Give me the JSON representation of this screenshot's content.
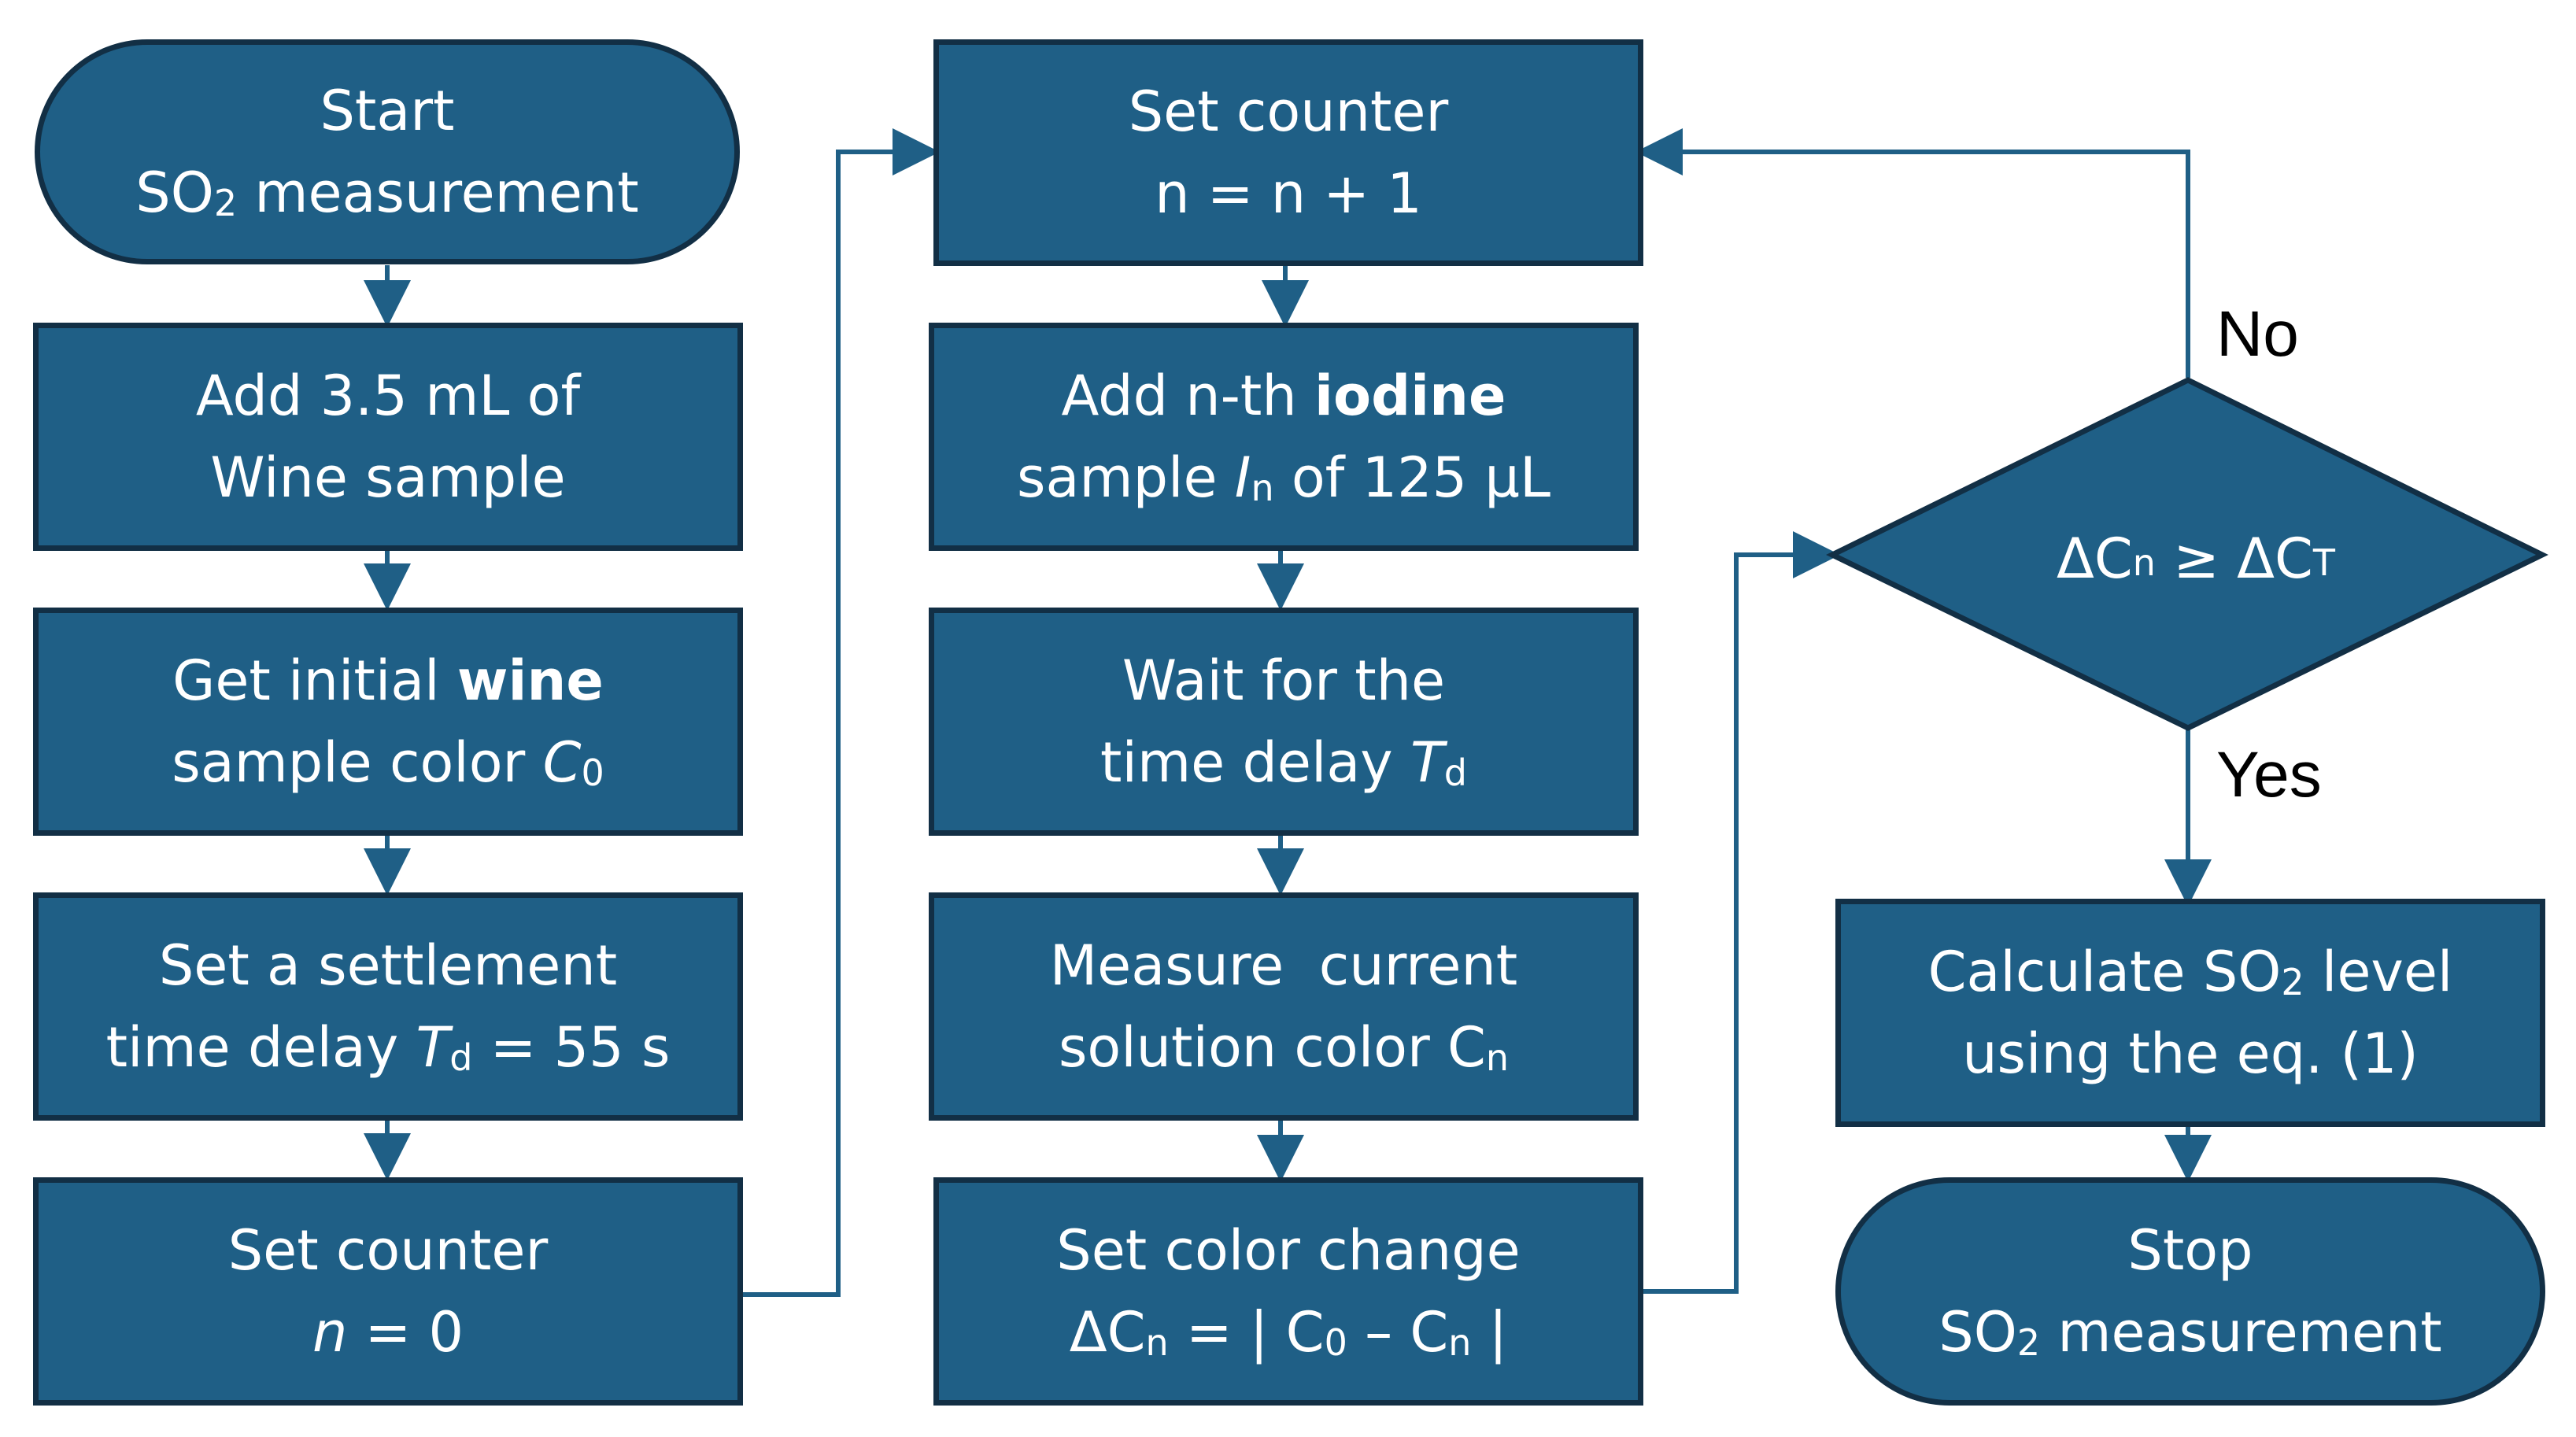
{
  "nodes": {
    "start": {
      "line1": "Start",
      "line2_pre": "SO",
      "line2_sub": "2",
      "line2_post": " measurement"
    },
    "add_wine": {
      "line1": "Add 3.5 mL of",
      "line2": "Wine sample"
    },
    "get_color": {
      "line1_pre": "Get initial ",
      "line1_bold": "wine",
      "line2_pre": "sample color ",
      "line2_var": "C",
      "line2_sub": "0"
    },
    "settle": {
      "line1": "Set a settlement",
      "line2_pre": "time delay ",
      "line2_var": "T",
      "line2_sub": "d",
      "line2_post": " = 55 s"
    },
    "counter0": {
      "line1": "Set counter",
      "line2_var": "n",
      "line2_post": " = 0"
    },
    "counter_inc": {
      "line1": "Set counter",
      "line2": "n = n + 1"
    },
    "add_iodine": {
      "line1_pre": "Add n-th ",
      "line1_bold": "iodine",
      "line2_pre": "sample ",
      "line2_var": "I",
      "line2_sub": "n",
      "line2_post": " of 125 µL"
    },
    "wait": {
      "line1": "Wait for the",
      "line2_pre": "time delay ",
      "line2_var": "T",
      "line2_sub": "d"
    },
    "measure": {
      "line1": "Measure  current",
      "line2_pre": "solution color C",
      "line2_sub": "n"
    },
    "color_change": {
      "line1": "Set color change",
      "l2_a": "ΔC",
      "l2_sub1": "n",
      "l2_b": " = | C",
      "l2_sub2": "0",
      "l2_c": " – C",
      "l2_sub3": "n",
      "l2_d": " |"
    },
    "decision": {
      "a": "ΔC",
      "sub1": "n",
      "b": " ≥ ΔC",
      "sub2": "T"
    },
    "calculate": {
      "line1_pre": "Calculate SO",
      "line1_sub": "2",
      "line1_post": " level",
      "line2": "using the eq. (1)"
    },
    "stop": {
      "line1": "Stop",
      "line2_pre": "SO",
      "line2_sub": "2",
      "line2_post": " measurement"
    }
  },
  "branches": {
    "no": "No",
    "yes": "Yes"
  },
  "colors": {
    "box_fill": "#1f5f86",
    "box_border": "#122f45",
    "arrow": "#1f5f86",
    "text": "#ffffff"
  }
}
